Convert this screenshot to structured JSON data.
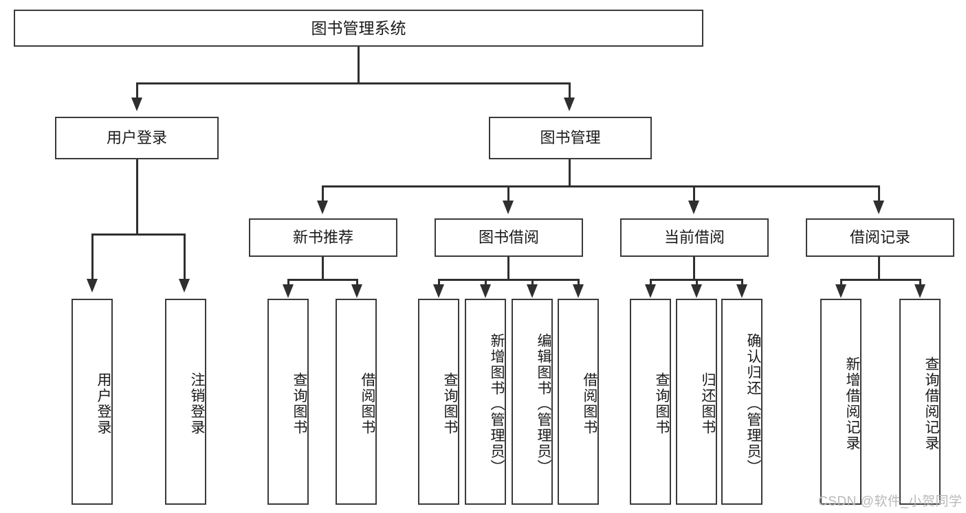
{
  "diagram": {
    "type": "tree-hierarchy-chart",
    "root": {
      "id": "root",
      "label": "图书管理系统"
    },
    "level2": [
      {
        "id": "user-login",
        "label": "用户登录"
      },
      {
        "id": "book-management",
        "label": "图书管理"
      }
    ],
    "level3": [
      {
        "id": "new-book-recommend",
        "label": "新书推荐"
      },
      {
        "id": "book-borrow",
        "label": "图书借阅"
      },
      {
        "id": "current-borrow",
        "label": "当前借阅"
      },
      {
        "id": "borrow-record",
        "label": "借阅记录"
      }
    ],
    "leaves": [
      {
        "id": "leaf-user-login",
        "label": "用户登录",
        "parent": "user-login"
      },
      {
        "id": "leaf-logout-login",
        "label": "注销登录",
        "parent": "user-login"
      },
      {
        "id": "leaf-query-book-1",
        "label": "查询图书",
        "parent": "new-book-recommend"
      },
      {
        "id": "leaf-borrow-book-1",
        "label": "借阅图书",
        "parent": "new-book-recommend"
      },
      {
        "id": "leaf-query-book-2",
        "label": "查询图书",
        "parent": "book-borrow"
      },
      {
        "id": "leaf-add-book",
        "label": "新增图书（管理员）",
        "parent": "book-borrow"
      },
      {
        "id": "leaf-edit-book",
        "label": "编辑图书（管理员）",
        "parent": "book-borrow"
      },
      {
        "id": "leaf-borrow-book-2",
        "label": "借阅图书",
        "parent": "book-borrow"
      },
      {
        "id": "leaf-query-book-3",
        "label": "查询图书",
        "parent": "current-borrow"
      },
      {
        "id": "leaf-return-book",
        "label": "归还图书",
        "parent": "current-borrow"
      },
      {
        "id": "leaf-confirm-return",
        "label": "确认归还（管理员）",
        "parent": "current-borrow"
      },
      {
        "id": "leaf-add-record",
        "label": "新增借阅记录",
        "parent": "borrow-record"
      },
      {
        "id": "leaf-query-record",
        "label": "查询借阅记录",
        "parent": "borrow-record"
      }
    ]
  },
  "watermark": {
    "text": "CSDN @软件_小贺同学"
  },
  "colors": {
    "box_border": "#3a3a3a",
    "connector": "#2f2f2f",
    "text": "#1a1a1a",
    "background": "#ffffff",
    "watermark": "#b9b9b9"
  }
}
